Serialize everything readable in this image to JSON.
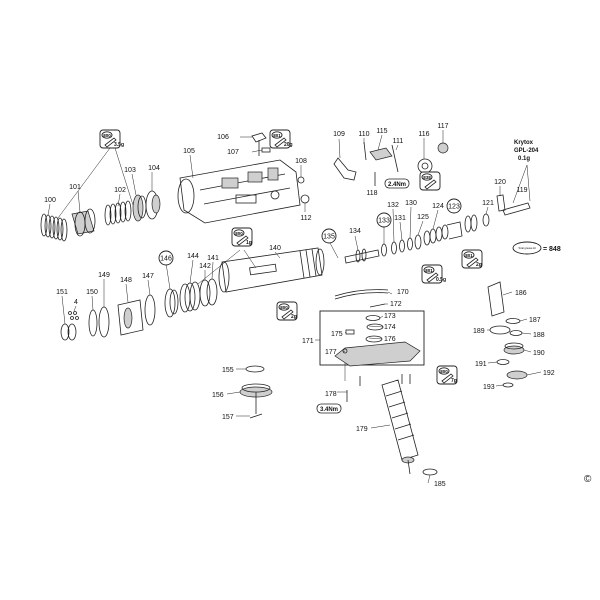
{
  "copyright_mark": "©",
  "grease_note": {
    "lines": [
      "Krytox",
      "GPL-204",
      "0.1g"
    ]
  },
  "total_grease": {
    "label": "Total grease kit",
    "value": "= 848"
  },
  "grease_badges": [
    {
      "id": "g1",
      "code": "800",
      "amount": "3.5g"
    },
    {
      "id": "g2",
      "code": "801",
      "amount": "20g"
    },
    {
      "id": "g3",
      "code": "838",
      "amount": ""
    },
    {
      "id": "g4",
      "code": "800",
      "amount": "1g"
    },
    {
      "id": "g5",
      "code": "801",
      "amount": "0.5g"
    },
    {
      "id": "g6",
      "code": "801",
      "amount": "2g"
    },
    {
      "id": "g7",
      "code": "800",
      "amount": "2g"
    },
    {
      "id": "g8",
      "code": "800",
      "amount": "7g"
    }
  ],
  "torque_values": [
    {
      "id": "t1",
      "value": "2.4Nm"
    },
    {
      "id": "t2",
      "value": "3.4Nm"
    }
  ],
  "part_numbers": [
    "100",
    "101",
    "102",
    "103",
    "104",
    "105",
    "106",
    "107",
    "108",
    "109",
    "110",
    "111",
    "112",
    "115",
    "116",
    "117",
    "118",
    "119",
    "120",
    "121",
    "123",
    "124",
    "125",
    "130",
    "131",
    "132",
    "133",
    "134",
    "135",
    "140",
    "141",
    "142",
    "144",
    "146",
    "147",
    "148",
    "149",
    "150",
    "151",
    "155",
    "156",
    "157",
    "170",
    "171",
    "172",
    "173",
    "174",
    "175",
    "176",
    "177",
    "178",
    "179",
    "185",
    "186",
    "187",
    "188",
    "189",
    "190",
    "191",
    "192",
    "193",
    "4"
  ]
}
